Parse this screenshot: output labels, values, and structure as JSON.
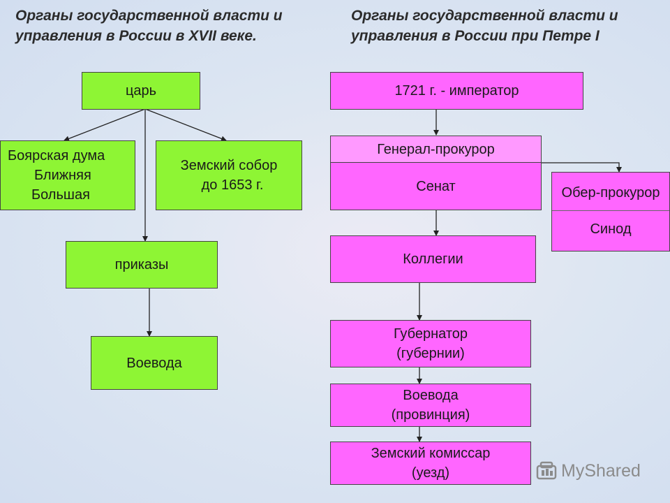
{
  "left": {
    "title_lines": [
      "Органы государственной власти и",
      "управления в России в XVII веке."
    ],
    "tsar": "царь",
    "duma_lines": [
      "Боярская дума",
      "Ближняя",
      "Большая"
    ],
    "sobor_lines": [
      "Земский собор",
      "до 1653 г."
    ],
    "prikazy": "приказы",
    "voevoda": "Воевода"
  },
  "right": {
    "title_lines": [
      "Органы государственной власти и",
      "управления в России при Петре I"
    ],
    "emperor": "1721 г. - император",
    "gen_prokuror": "Генерал-прокурор",
    "senat": "Сенат",
    "ober_prokuror": "Обер-прокурор",
    "sinod": "Синод",
    "kollegii": "Коллегии",
    "gubernator_lines": [
      "Губернатор",
      "(губернии)"
    ],
    "voevoda_lines": [
      "Воевода",
      "(провинция)"
    ],
    "komissar_lines": [
      "Земский комиссар",
      "(уезд)"
    ]
  },
  "watermark": {
    "text": "MyShared",
    "icon": "myshared-logo-icon"
  },
  "colors": {
    "green": "#8ef534",
    "pink": "#ff66ff",
    "pink_light": "#ff99ff"
  }
}
